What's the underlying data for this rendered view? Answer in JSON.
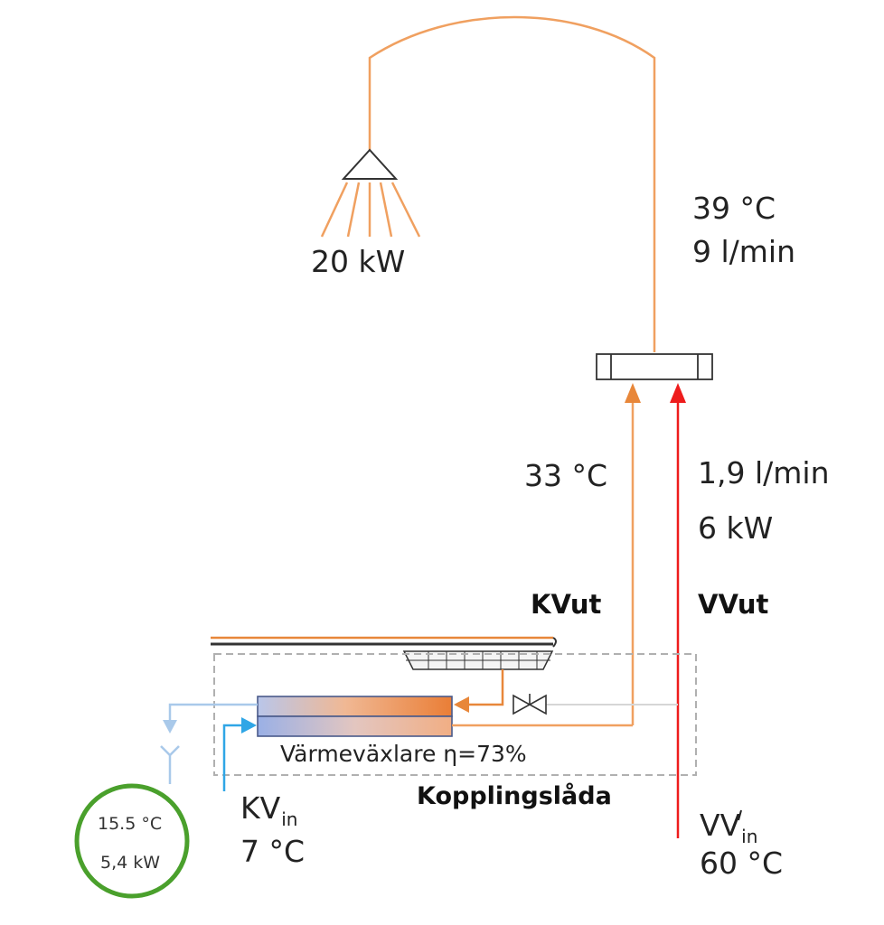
{
  "shower": {
    "power": "20 kW"
  },
  "mixer_out": {
    "temperature": "39 °C",
    "flow": "9 l/min"
  },
  "preheated": {
    "temperature": "33 °C"
  },
  "hot_supply": {
    "flow": "1,9 l/min",
    "power": "6 kW"
  },
  "cold_out_label": "KVut",
  "hot_out_label": "VVut",
  "heat_exchanger": {
    "label": "Värmeväxlare η=73%"
  },
  "junction_box": {
    "label": "Kopplingslåda"
  },
  "cold_in": {
    "label": "KV",
    "subscript": "in",
    "temperature": "7 °C"
  },
  "hot_in": {
    "label": "VV",
    "subscript": "in",
    "temperature": "60 °C"
  },
  "drain": {
    "temperature": "15.5 °C",
    "power": "5,4 kW"
  },
  "colors": {
    "warm_pipe": "#f0a060",
    "mid_pipe": "#e8873a",
    "hot_pipe": "#ee1c1c",
    "cold_pipe": "#2fa6e6",
    "drain_pipe": "#a9c9ea",
    "drain_ring": "#4aa02c",
    "box_dash": "#b0b0b0"
  }
}
